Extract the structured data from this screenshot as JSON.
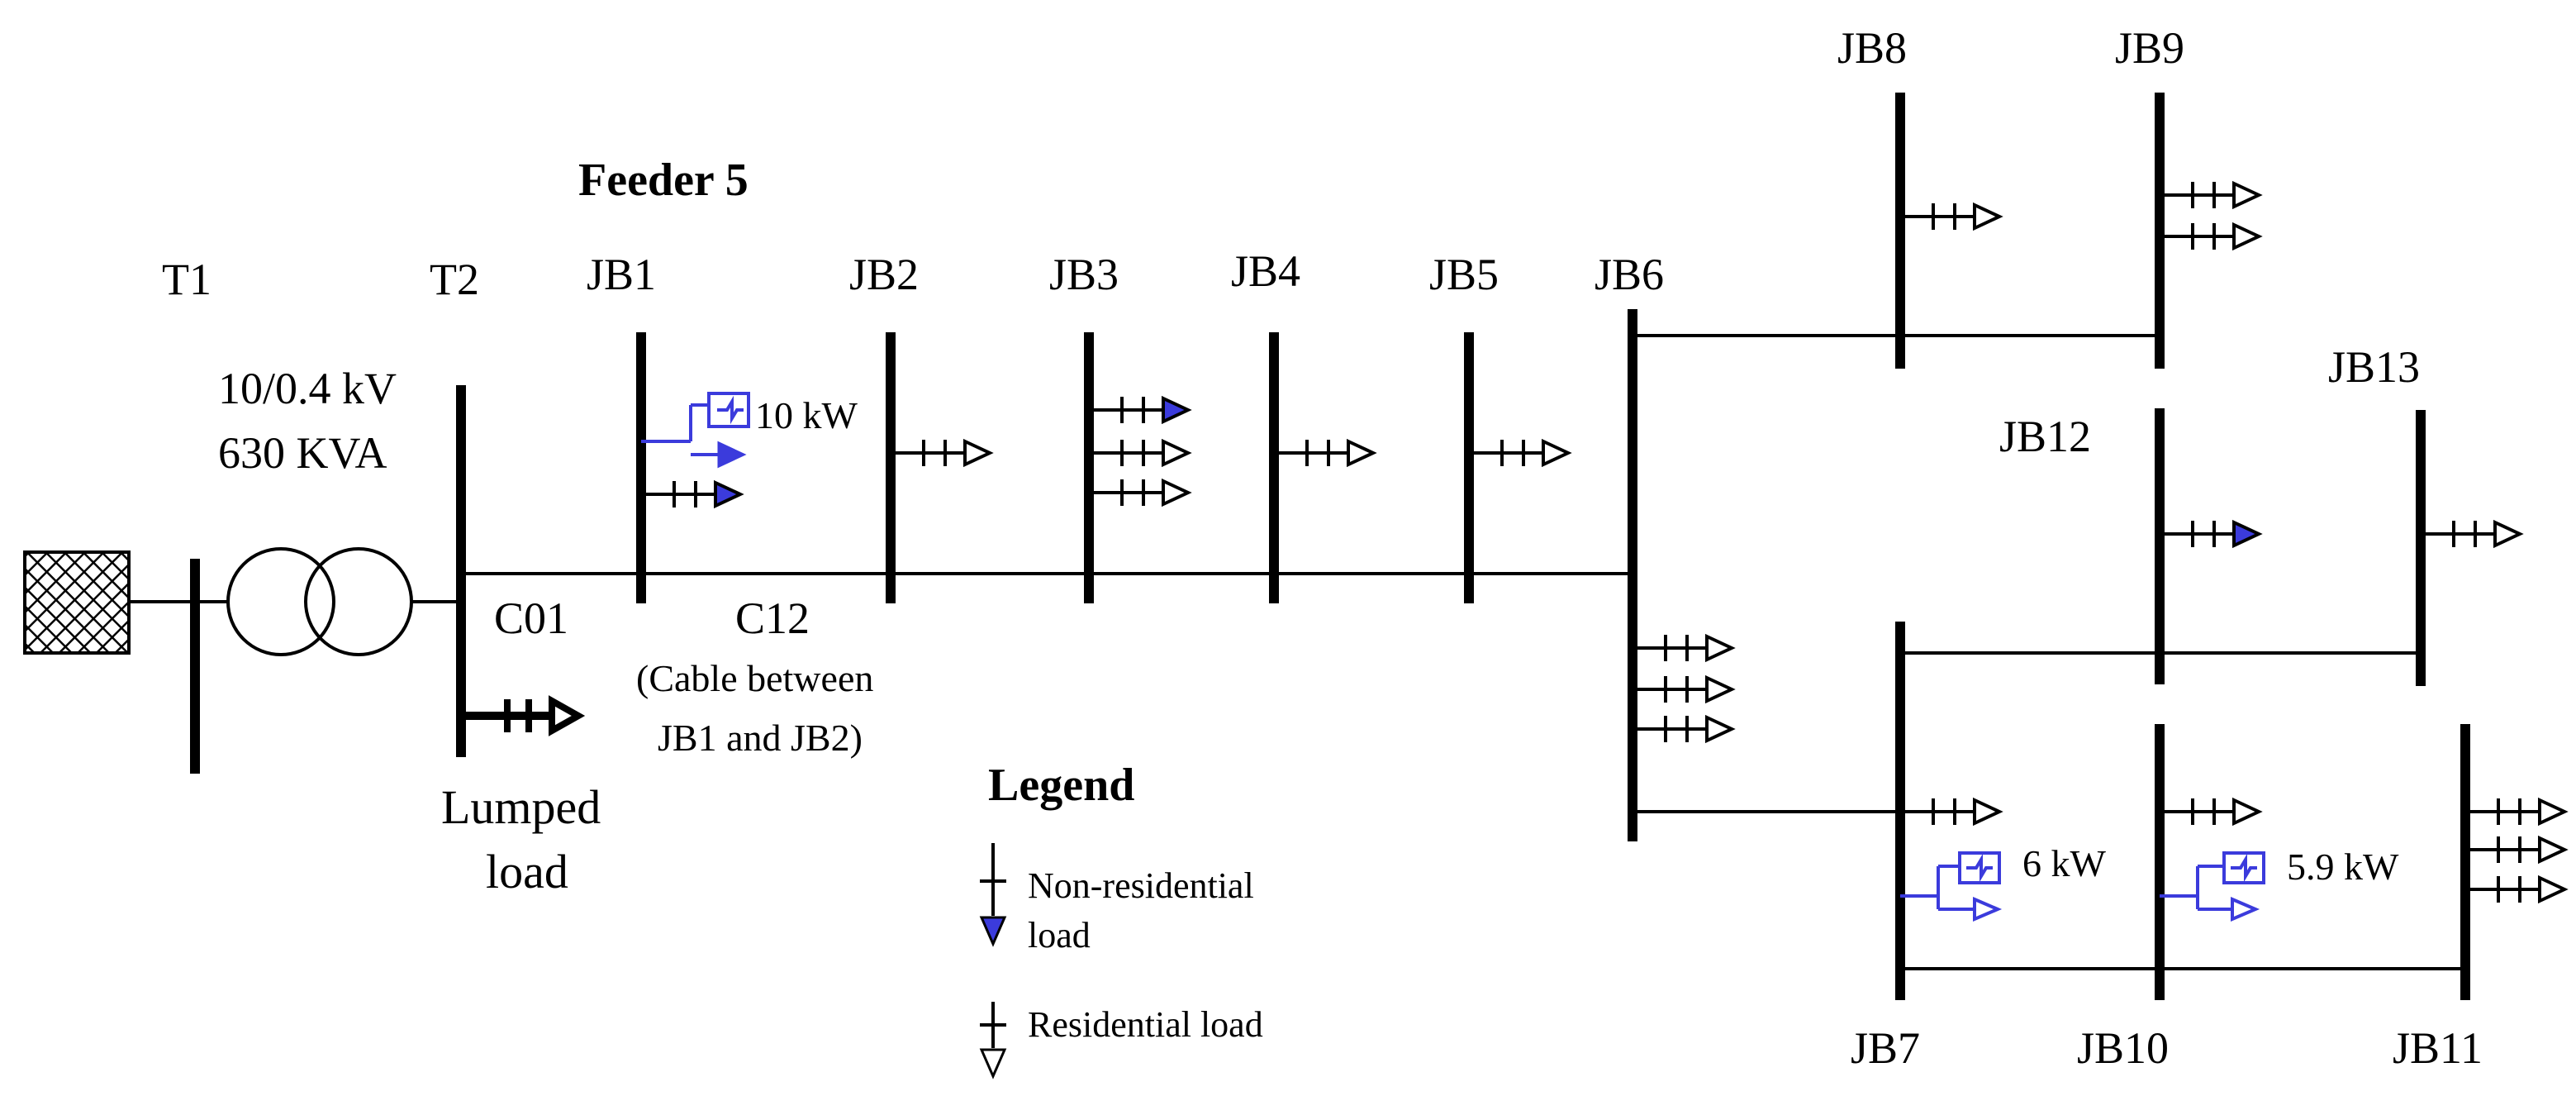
{
  "title": "Feeder 5",
  "transformer": {
    "primary_label": "T1",
    "secondary_label": "T2",
    "rating_line1": "10/0.4 kV",
    "rating_line2": "630 KVA"
  },
  "cables": {
    "c01": "C01",
    "c12": "C12",
    "c12_note_line1": "(Cable between",
    "c12_note_line2": "JB1 and JB2)"
  },
  "lumped_load": {
    "line1": "Lumped",
    "line2": "load"
  },
  "buses": {
    "jb1": "JB1",
    "jb2": "JB2",
    "jb3": "JB3",
    "jb4": "JB4",
    "jb5": "JB5",
    "jb6": "JB6",
    "jb7": "JB7",
    "jb8": "JB8",
    "jb9": "JB9",
    "jb10": "JB10",
    "jb11": "JB11",
    "jb12": "JB12",
    "jb13": "JB13"
  },
  "pv": {
    "jb1": "10 kW",
    "jb7": "6 kW",
    "jb10": "5.9 kW"
  },
  "legend": {
    "title": "Legend",
    "nonres_line1": "Non-residential",
    "nonres_line2": "load",
    "res": "Residential load"
  },
  "colors": {
    "pv": "#3b3bdc",
    "nonres_fill": "#3b3bdc",
    "line": "#000000"
  }
}
